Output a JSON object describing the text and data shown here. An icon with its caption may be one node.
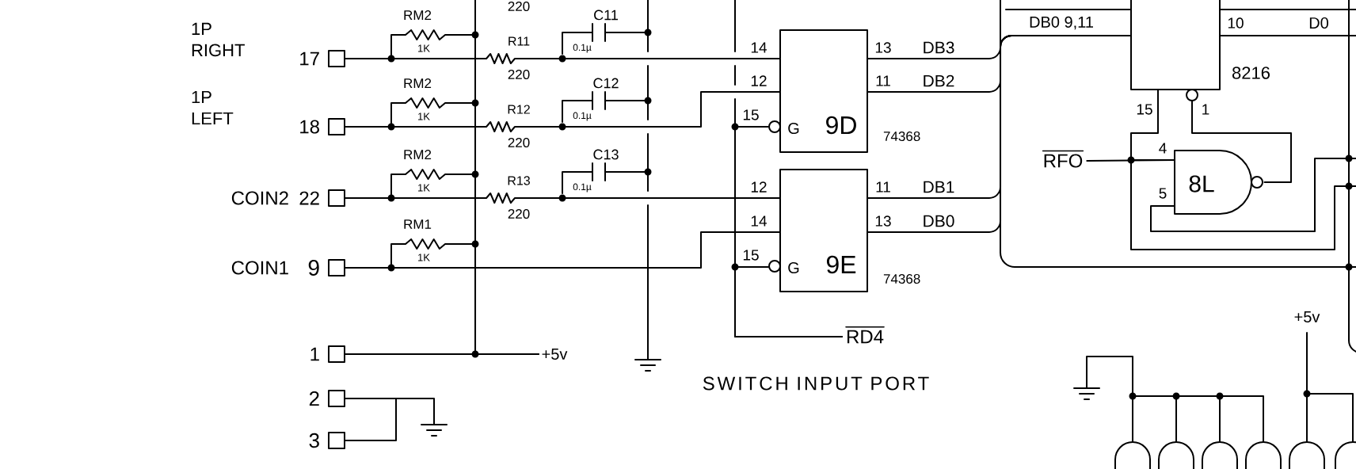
{
  "diagram": {
    "title": "SWITCH INPUT PORT",
    "nodes": [
      {
        "text": [],
        "shape": "box",
        "beside": [
          "1P RIGHT",
          "17"
        ]
      },
      {
        "text": [],
        "shape": "box",
        "beside": [
          "1P LEFT",
          "18"
        ]
      },
      {
        "text": [],
        "shape": "box",
        "beside": [
          "COIN2",
          "22"
        ]
      },
      {
        "text": [],
        "shape": "box",
        "beside": [
          "COIN1",
          "9"
        ]
      },
      {
        "text": [],
        "shape": "box",
        "beside": [
          "1"
        ]
      },
      {
        "text": [],
        "shape": "box",
        "beside": [
          "2"
        ]
      },
      {
        "text": [],
        "shape": "box",
        "beside": [
          "3"
        ]
      },
      {
        "text": [
          "G",
          "9D"
        ],
        "beside": [
          "74368"
        ]
      },
      {
        "text": [
          "G",
          "9E"
        ],
        "beside": [
          "74368"
        ]
      },
      {
        "text": [
          "RD4"
        ]
      },
      {
        "text": [],
        "shape": "box",
        "beside": [
          "8216"
        ]
      },
      {
        "text": [
          "RFO"
        ]
      },
      {
        "text": [
          "8L"
        ]
      },
      {
        "text": [
          "+5v"
        ]
      }
    ],
    "edges": [
      {
        "from": 0,
        "to": 7,
        "arrow": "none"
      },
      {
        "from": 1,
        "to": 7,
        "arrow": "none"
      },
      {
        "from": 2,
        "to": 8,
        "arrow": "none"
      },
      {
        "from": 3,
        "to": 8,
        "arrow": "none"
      },
      {
        "from": 9,
        "to": 7,
        "arrow": "none"
      },
      {
        "from": 9,
        "to": 8,
        "arrow": "none"
      },
      {
        "from": 7,
        "to": 10,
        "arrow": "none"
      },
      {
        "from": 7,
        "to": 10,
        "arrow": "none"
      },
      {
        "from": 8,
        "to": 10,
        "arrow": "none"
      },
      {
        "from": 8,
        "to": 10,
        "arrow": "none"
      },
      {
        "from": 11,
        "to": 12,
        "arrow": "none"
      },
      {
        "from": 12,
        "to": 10,
        "arrow": "none"
      },
      {
        "from": 10,
        "to": 12,
        "arrow": "none"
      },
      {
        "from": 5,
        "to": 6,
        "arrow": "none"
      },
      {
        "from": 4,
        "to": 13,
        "arrow": "none"
      },
      {
        "from": 0,
        "to": 13,
        "arrow": "none"
      },
      {
        "from": 1,
        "to": 13,
        "arrow": "none"
      },
      {
        "from": 2,
        "to": 13,
        "arrow": "none"
      },
      {
        "from": 3,
        "to": 13,
        "arrow": "none"
      }
    ],
    "labels": [
      "220",
      "RM2",
      "C11",
      "DB0 9,11",
      "10",
      "D0",
      "1K",
      "R11",
      "0.1µ",
      "14",
      "13",
      "DB3",
      "RM2",
      "220",
      "C12",
      "12",
      "11",
      "DB2",
      "1K",
      "R12",
      "0.1µ",
      "15",
      "15",
      "1",
      "RM2",
      "220",
      "C13",
      "4",
      "1K",
      "R13",
      "0.1µ",
      "12",
      "11",
      "DB1",
      "5",
      "RM1",
      "220",
      "14",
      "13",
      "DB0",
      "1K",
      "15",
      "+5v"
    ]
  }
}
